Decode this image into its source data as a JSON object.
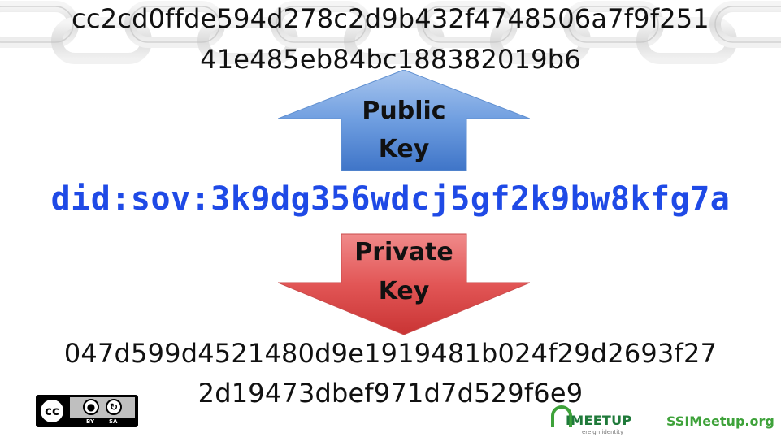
{
  "public_key": {
    "line1": "cc2cd0ffde594d278c2d9b432f4748506a7f9f251",
    "line2": "41e485eb84bc188382019b6"
  },
  "public_arrow": {
    "line1": "Public",
    "line2": "Key",
    "color": "#5b8fd6"
  },
  "did": "did:sov:3k9dg356wdcj5gf2k9bw8kfg7a",
  "private_arrow": {
    "line1": "Private",
    "line2": "Key",
    "color": "#e05555"
  },
  "private_key": {
    "line1": "047d599d4521480d9e1919481b024f29d2693f27",
    "line2": "2d19473dbef971d7d529f6e9"
  },
  "license": {
    "cc": "cc",
    "by": "BY",
    "sa": "SA"
  },
  "meetup_logo": {
    "text": "IMEETUP",
    "subtext": "ereign identity"
  },
  "site": "SSIMeetup.org",
  "colors": {
    "did": "#1f4ae6",
    "meetup": "#3ea23a"
  }
}
